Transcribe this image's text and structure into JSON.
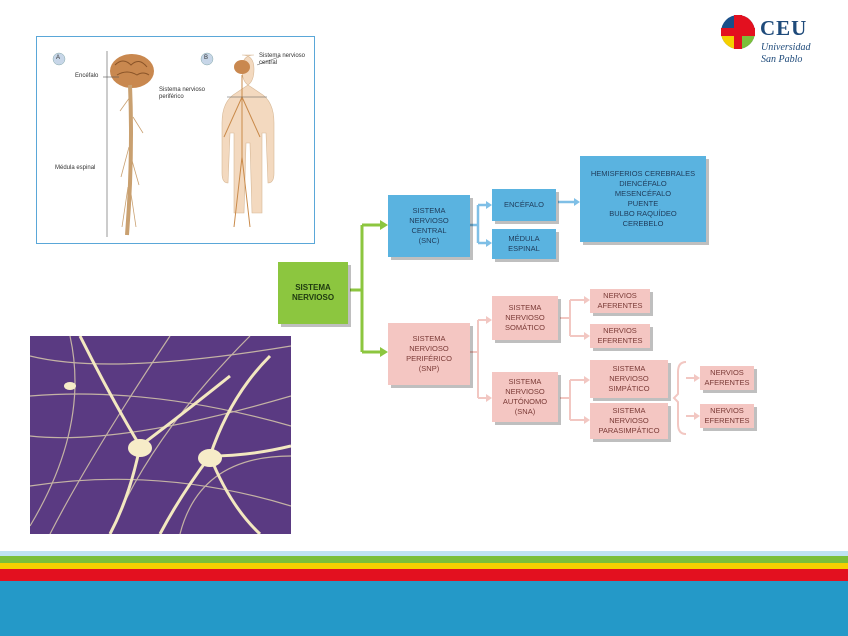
{
  "logo": {
    "name": "CEU",
    "line1": "Universidad",
    "line2": "San Pablo"
  },
  "anatomy": {
    "label_a": "A",
    "label_b": "B",
    "encefalo": "Encéfalo",
    "medula": "Médula espinal",
    "snc": "Sistema nervioso\ncentral",
    "snp": "Sistema nervioso\nperiférico"
  },
  "diagram": {
    "root": "SISTEMA\nNERVIOSO",
    "snc": "SISTEMA\nNERVIOSO\nCENTRAL\n(SNC)",
    "encefalo": "ENCÉFALO",
    "medula": "MÉDULA\nESPINAL",
    "encefalo_parts": "HEMISFERIOS CEREBRALES\nDIENCÉFALO\nMESENCÉFALO\nPUENTE\nBULBO RAQUÍDEO\nCEREBELO",
    "snp": "SISTEMA\nNERVIOSO\nPERIFÉRICO\n(SNP)",
    "somatico": "SISTEMA\nNERVIOSO\nSOMÁTICO",
    "autonomo": "SISTEMA\nNERVIOSO\nAUTÓNOMO\n(SNA)",
    "som_aferentes": "NERVIOS\nAFERENTES",
    "som_eferentes": "NERVIOS\nEFERENTES",
    "simpatico": "SISTEMA\nNERVIOSO\nSIMPÁTICO",
    "parasimpatico": "SISTEMA\nNERVIOSO\nPARASIMPÁTICO",
    "aut_aferentes": "NERVIOS\nAFERENTES",
    "aut_eferentes": "NERVIOS\nEFERENTES"
  },
  "colors": {
    "blue_box": "#5ab3e0",
    "pink_box": "#f4c6c2",
    "green_box": "#8cc63f",
    "band_blue": "#2499c8",
    "band_red": "#e3101f",
    "band_yellow": "#f5d000",
    "band_green": "#7bbf3a"
  }
}
